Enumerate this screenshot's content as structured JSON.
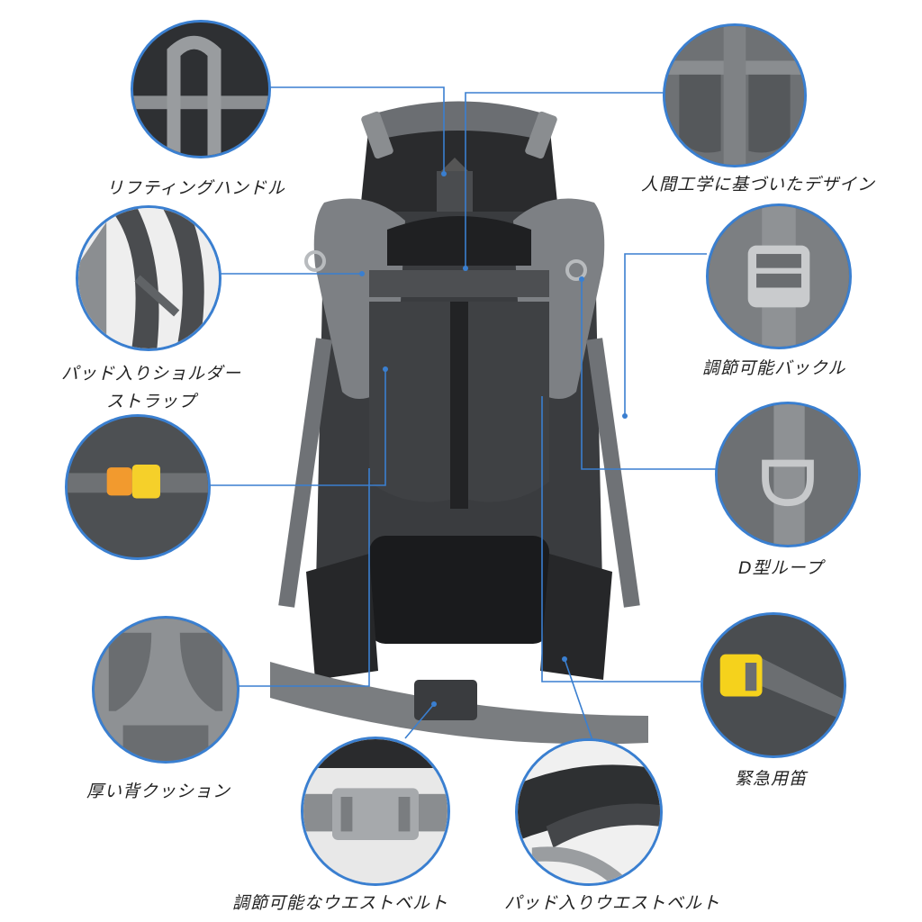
{
  "diagram": {
    "subject": "backpack rear view",
    "accent_color": "#3a7fd0",
    "features": [
      {
        "id": "lifting-handle",
        "label": "リフティングハンドル"
      },
      {
        "id": "ergonomic-design",
        "label": "人間工学に基づいたデザイン"
      },
      {
        "id": "padded-shoulder-strap",
        "label_line1": "パッド入りショルダー",
        "label_line2": "ストラップ"
      },
      {
        "id": "adjustable-buckle",
        "label": "調節可能バックル"
      },
      {
        "id": "sternum-buckle",
        "label": ""
      },
      {
        "id": "d-loop",
        "label": "D型ループ"
      },
      {
        "id": "thick-back-cushion",
        "label": "厚い背クッション"
      },
      {
        "id": "emergency-whistle",
        "label": "緊急用笛"
      },
      {
        "id": "adjustable-waist-belt",
        "label": "調節可能なウエストベルト"
      },
      {
        "id": "padded-waist-belt",
        "label": "パッド入りウエストベルト"
      }
    ]
  }
}
